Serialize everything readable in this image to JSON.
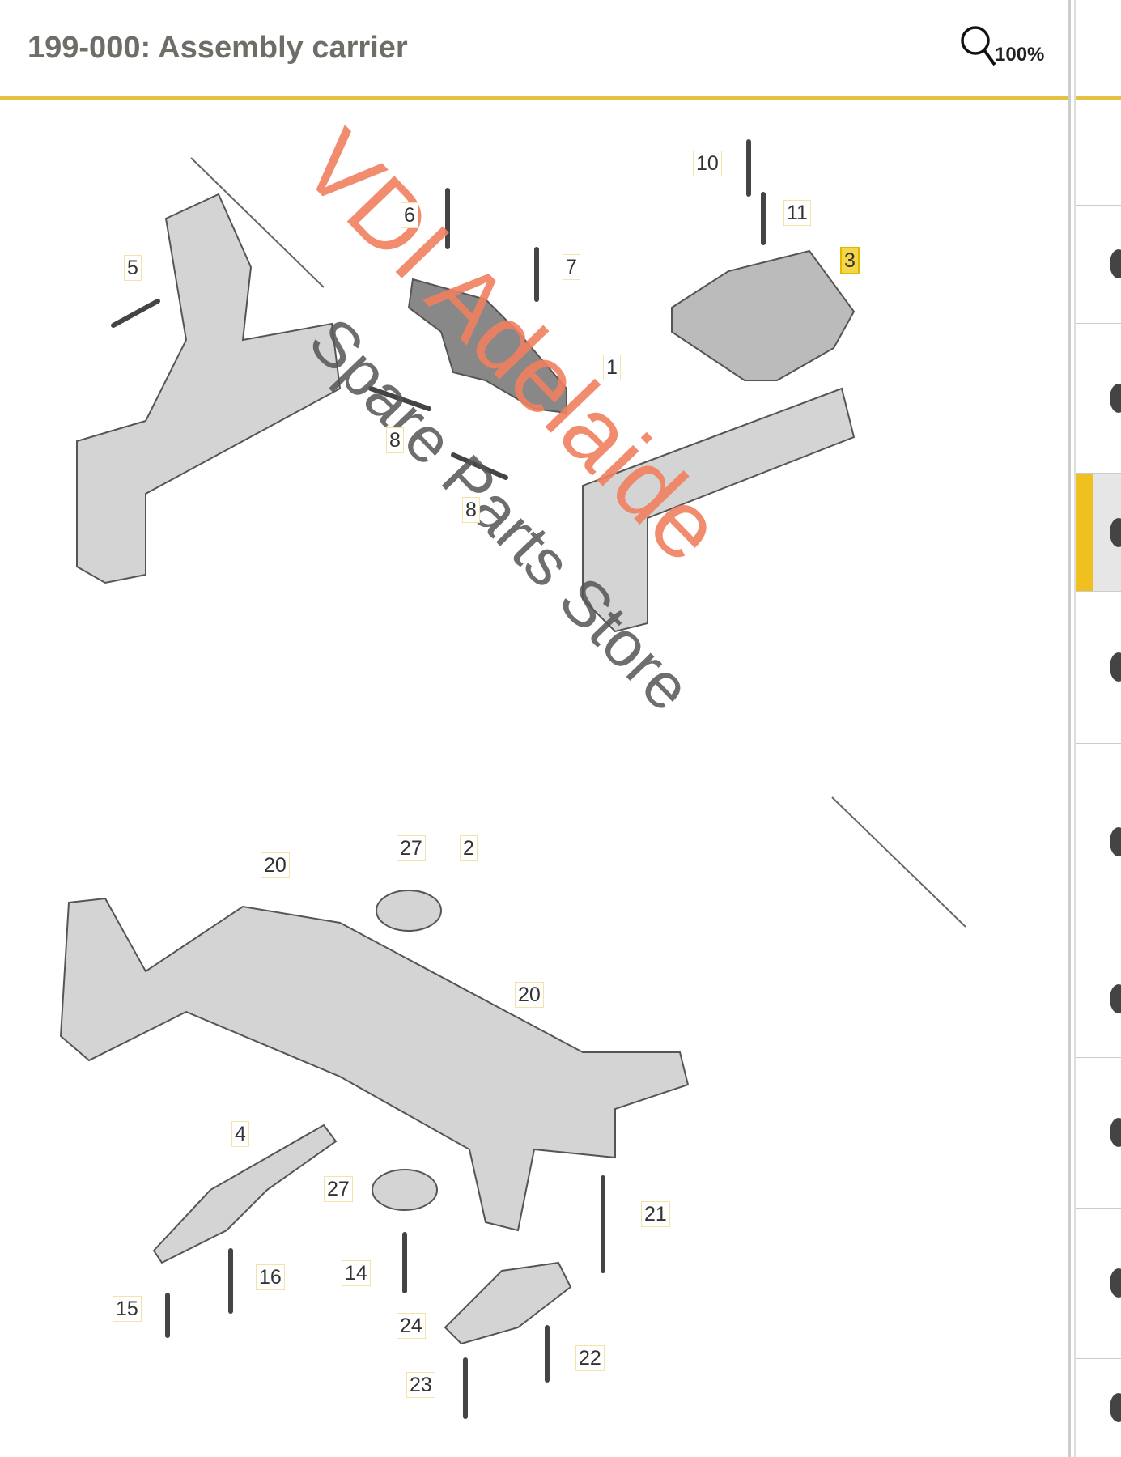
{
  "header": {
    "title": "199-000: Assembly carrier",
    "zoom_level": "100%",
    "accent": "#e4c043"
  },
  "watermark": {
    "line1": "VDI Adelaide",
    "line2": "Spare Parts Store"
  },
  "callouts": [
    "10",
    "11",
    "3",
    "6",
    "7",
    "5",
    "1",
    "8",
    "8",
    "20",
    "27",
    "2",
    "20",
    "4",
    "27",
    "21",
    "16",
    "14",
    "15",
    "24",
    "22",
    "23"
  ],
  "highlighted_callout": "3",
  "sidebar": {
    "rows": 9,
    "selected_row": 3
  }
}
